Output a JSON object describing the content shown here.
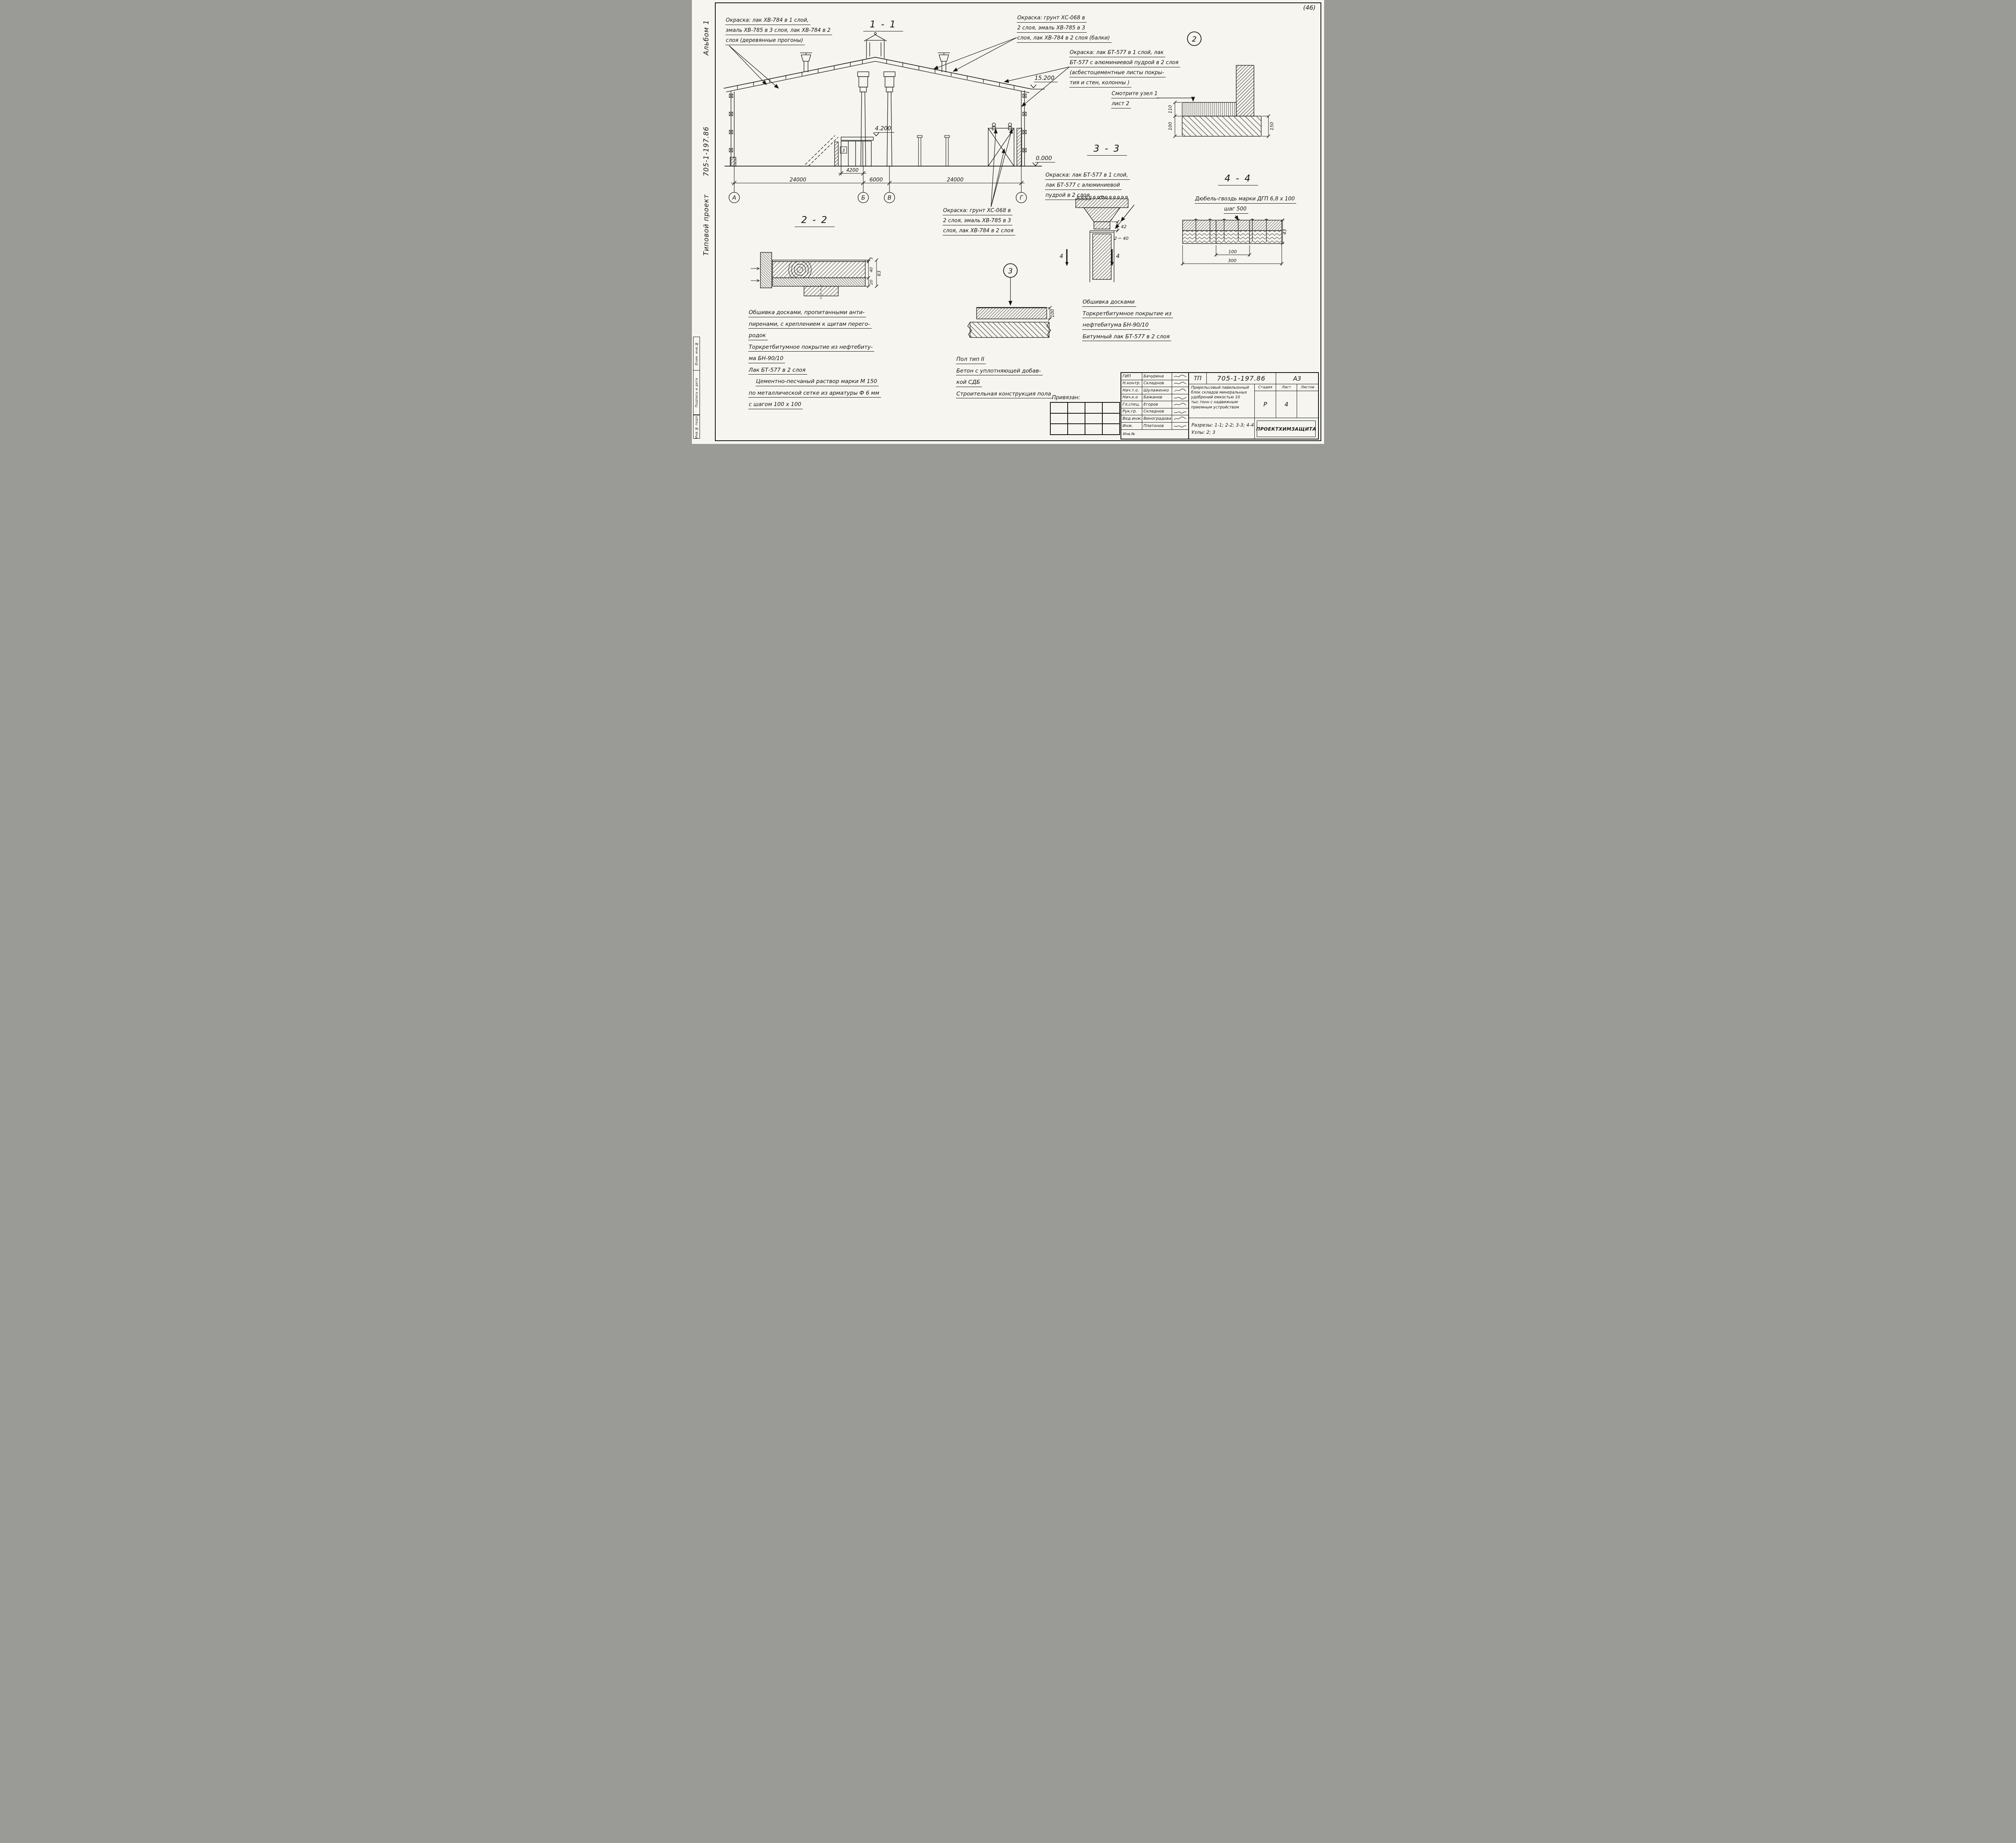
{
  "sheet": {
    "corner_note": "(46)",
    "side_project": "Типовой проект",
    "side_doc": "705-1-197.86",
    "side_album": "Альбом 1",
    "margin_boxes": [
      "Взам. инв.№",
      "Подпись и дата",
      "Инв.№ подл."
    ]
  },
  "titles": {
    "s11": "1 - 1",
    "s22": "2 - 2",
    "s33": "3 - 3",
    "s44": "4 - 4"
  },
  "detail_markers": {
    "d2": "2",
    "d3": "3",
    "box3": "3",
    "cut4": "4"
  },
  "elevations": {
    "roof": "15.200",
    "beam": "4.200",
    "zero": "0.000"
  },
  "axes": [
    "А",
    "Б",
    "В",
    "Г"
  ],
  "dims": {
    "s11": {
      "a_b": "24000",
      "beam": "4200",
      "b_v": "6000",
      "v_g": "24000"
    },
    "s22": {
      "t1": "3",
      "t2": "40",
      "total": "63",
      "t3": "20"
    },
    "s33": {
      "a": "42",
      "b": "2",
      "c": "40"
    },
    "s44": {
      "h": "43",
      "w1": "100",
      "w2": "300"
    },
    "node2": {
      "a": "110",
      "b": "100",
      "c": "150"
    },
    "floor": {
      "h": "100"
    }
  },
  "notes": {
    "paint_wood": [
      "Окраска: лак ХВ-784 в 1 слой,",
      "эмаль ХВ-785 в 3 слоя, лак ХВ-784 в 2",
      "слоя (деревянные прогоны)"
    ],
    "paint_beams": [
      "Окраска: грунт ХС-068 в",
      "2 слоя, эмаль ХВ-785 в 3",
      "слоя, лак ХВ-784 в 2 слоя (балки)"
    ],
    "paint_cover": [
      "Окраска: лак БТ-577 в 1 слой, лак",
      "БТ-577 с алюминиевой пудрой в 2 слоя",
      "(асбестоцементные листы покры-",
      "тия и стен, колонны )"
    ],
    "see_node": [
      "Смотрите узел 1",
      "лист 2"
    ],
    "paint_primer": [
      "Окраска: грунт ХС-068 в",
      "2 слоя, эмаль ХВ-785 в 3",
      "слоя, лак ХВ-784 в 2 слоя"
    ],
    "paint_bt": [
      "Окраска: лак БТ-577 в 1 слой,",
      "лак БТ-577 с алюминиевой",
      "пудрой в 2 слоя"
    ],
    "dowel": [
      "Дюбель-гвоздь марки ДГП 6,8 х 100",
      "шаг 500"
    ],
    "wall_sheathing": [
      "Обшивка досками, пропитанными анти-",
      "пиренами, с креплением к щитам перего-",
      "родок",
      "Торкретбитумное покрытие из нефтебиту-",
      "ма БН-90/10",
      "Лак БТ-577 в 2 слоя",
      "Цементно-песчаный раствор марки М 150",
      "по металлической сетке из арматуры Ф 6 мм",
      "с шагом 100 х 100"
    ],
    "floor_type": [
      "Пол тип II",
      "Бетон с уплотняющей добав-",
      "кой СДБ",
      "Строительная конструкция пола"
    ],
    "column_sheathing": [
      "Обшивка досками",
      "Торкретбитумное покрытие из",
      "нефтебитума БН-90/10",
      "Битумный лак БТ-577 в 2 слоя"
    ],
    "binding": "Привязан:"
  },
  "stamp": {
    "tp": "ТП",
    "doc_no": "705-1-197.86",
    "format": "А3",
    "rows": [
      {
        "role": "ГИП",
        "name": "Бачурина"
      },
      {
        "role": "Н.контр.",
        "name": "Складнов"
      },
      {
        "role": "Нач.т.о.",
        "name": "Шулаженко"
      },
      {
        "role": "Нач.к.о",
        "name": "Бажанов"
      },
      {
        "role": "Гл.спец.",
        "name": "Егоров"
      },
      {
        "role": "Рук.гр.",
        "name": "Складнов"
      },
      {
        "role": "Вед.инж.",
        "name": "Виноградова"
      },
      {
        "role": "Инж.",
        "name": "Платонов"
      }
    ],
    "description": "Прирельсовый павильонный блок складов минеральных удобрений емкостью 10 тыс.тонн с надвижным приемным устройством",
    "contents": [
      "Разрезы: 1-1; 2-2; 3-3; 4-4",
      "Узлы: 2; 3"
    ],
    "stage_label": "Стадия",
    "sheet_label": "Лист",
    "sheets_label": "Листов",
    "stage": "Р",
    "sheet_no": "4",
    "org": "ПРОЕКТХИМЗАЩИТА",
    "inv": "Инв.№"
  }
}
